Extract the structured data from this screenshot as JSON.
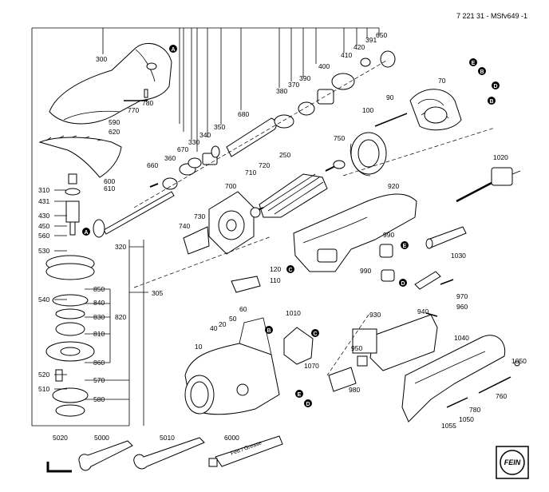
{
  "doc_ref": "7 221 31 - MSfv649 -1",
  "logo_text": "FEIN",
  "tube_label": "Fett / Grease",
  "markers": [
    "A",
    "B",
    "C",
    "D",
    "E"
  ],
  "part_numbers": {
    "300": "300",
    "305": "305",
    "310": "310",
    "320": "320",
    "330": "330",
    "340": "340",
    "350": "350",
    "360": "360",
    "370": "370",
    "380": "380",
    "390": "390",
    "391": "391",
    "400": "400",
    "410": "410",
    "420": "420",
    "430": "430",
    "431": "431",
    "450": "450",
    "510": "510",
    "520": "520",
    "530": "530",
    "540": "540",
    "560": "560",
    "570": "570",
    "580": "580",
    "590": "590",
    "600": "600",
    "610": "610",
    "620": "620",
    "650": "650",
    "660": "660",
    "670": "670",
    "680": "680",
    "700": "700",
    "710": "710",
    "720": "720",
    "730": "730",
    "740": "740",
    "750": "750",
    "760": "760",
    "770": "770",
    "780": "780",
    "810": "810",
    "820": "820",
    "830": "830",
    "840": "840",
    "850": "850",
    "860": "860",
    "920": "920",
    "930": "930",
    "940": "940",
    "950": "950",
    "960": "960",
    "970": "970",
    "980": "980",
    "990": "990",
    "1010": "1010",
    "1020": "1020",
    "1030": "1030",
    "1040": "1040",
    "1050": "1050",
    "1055": "1055",
    "1070": "1070",
    "5000": "5000",
    "5010": "5010",
    "5020": "5020",
    "6000": "6000",
    "10": "10",
    "20": "20",
    "40": "40",
    "50": "50",
    "60": "60",
    "70": "70",
    "90": "90",
    "100": "100",
    "110": "110",
    "120": "120",
    "250": "250"
  }
}
